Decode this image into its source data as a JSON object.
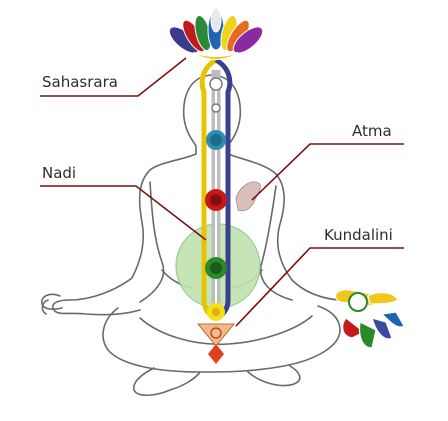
{
  "labels": {
    "sahasrara": "Sahasrara",
    "nadi": "Nadi",
    "atma": "Atma",
    "kundalini": "Kundalini"
  },
  "colors": {
    "outline": "#666666",
    "leader": "#7a1010",
    "ida_channel": "#e8c400",
    "pingala_channel": "#3b3f8f",
    "sushumna_channel": "#b0b0b0",
    "heart_halo": "#bfe3b0",
    "chakra_throat": "#2d8fb0",
    "chakra_heart_red": "#c61a1a",
    "chakra_solar": "#2a8a2a",
    "chakra_sacral": "#f2e11a",
    "chakra_root": "#e0401a"
  },
  "icons": [
    "lotus-icon",
    "mudra-hand-icon",
    "yantra-triangle-icon"
  ]
}
